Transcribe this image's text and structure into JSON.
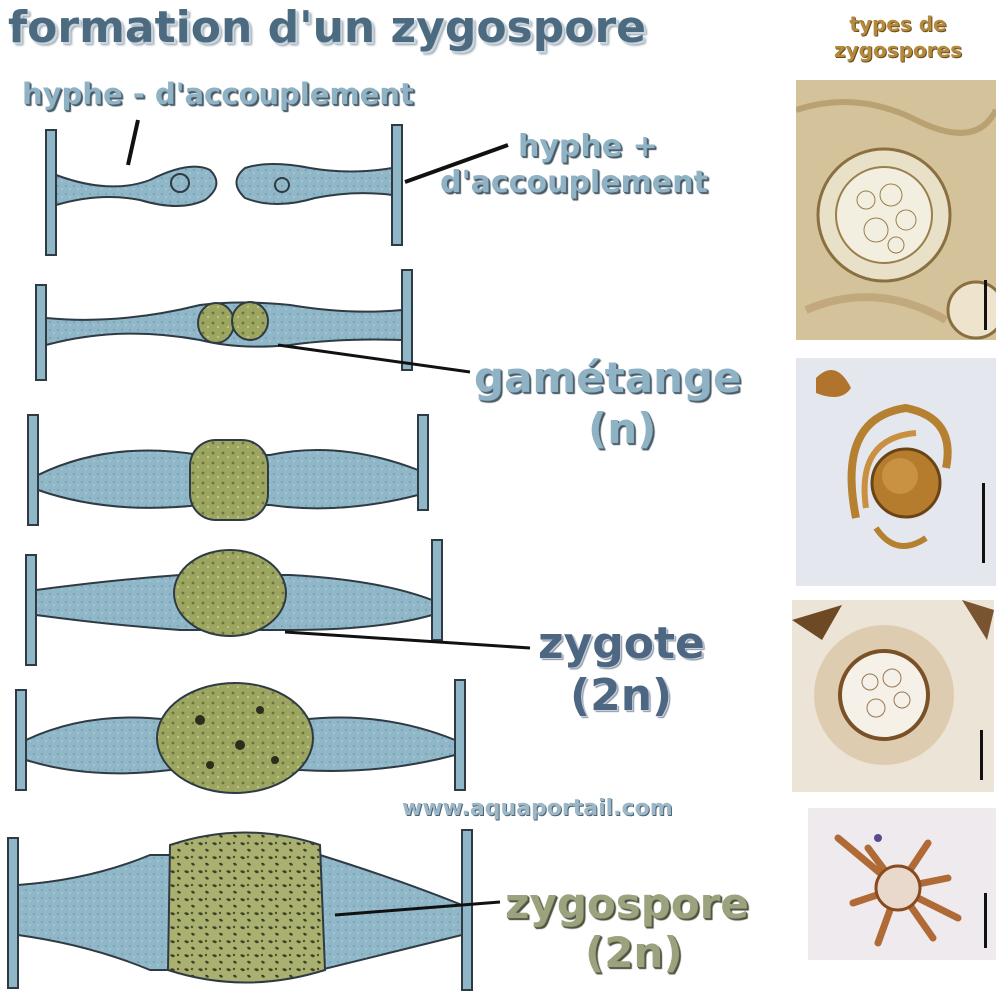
{
  "title": "formation d'un zygospore",
  "side_title_line1": "types de",
  "side_title_line2": "zygospores",
  "labels": {
    "hyphe_minus": "hyphe - d'accouplement",
    "hyphe_plus_line1": "hyphe +",
    "hyphe_plus_line2": "d'accouplement",
    "gametange_line1": "gamétange",
    "gametange_line2": "(n)",
    "zygote_line1": "zygote",
    "zygote_line2": "(2n)",
    "zygospore_line1": "zygospore",
    "zygospore_line2": "(2n)"
  },
  "watermark": "www.aquaportail.com",
  "colors": {
    "hypha": "#8fb7c7",
    "hypha_stroke": "#2f3b44",
    "gametangium": "#9da660",
    "zygote": "#9aa25a",
    "zygospore": "#a3aa6c",
    "micro_bg_1": "#d9c8a4",
    "micro_bg_2": "#e6e9f0",
    "micro_bg_3": "#efe8dc",
    "micro_bg_4": "#efeaec"
  }
}
